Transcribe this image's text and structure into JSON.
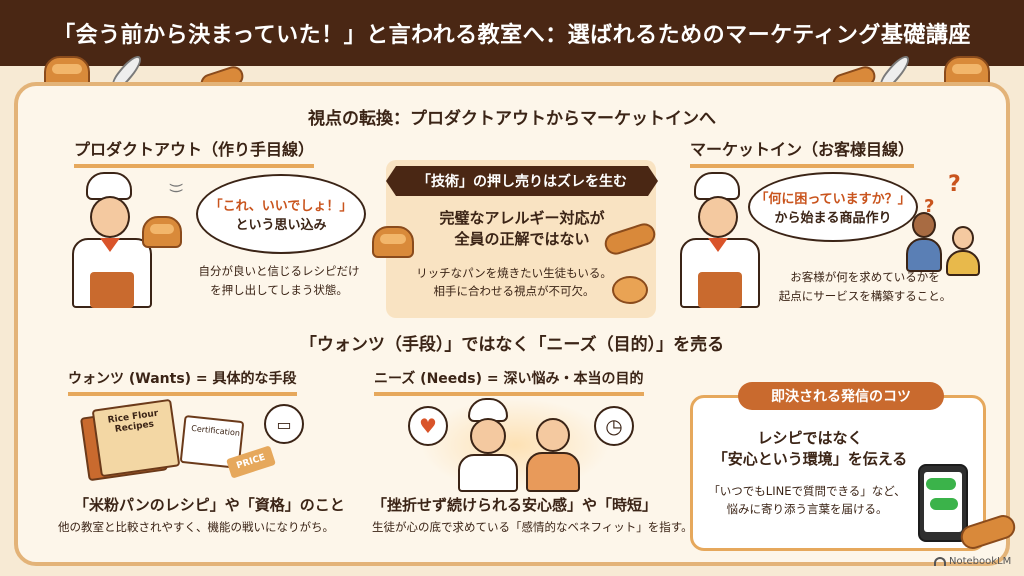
{
  "header": {
    "title": "「会う前から決まっていた！」と言われる教室へ：選ばれるためのマーケティング基礎講座"
  },
  "section1": {
    "title": "視点の転換：プロダクトアウトからマーケットインへ",
    "left": {
      "heading": "プロダクトアウト（作り手目線）",
      "bubble_quote": "「これ、いいでしょ！」",
      "bubble_text": "という思い込み",
      "desc_lines": [
        "自分が良いと信じるレシピだけ",
        "を押し出してしまう状態。"
      ]
    },
    "center": {
      "banner": "「技術」の押し売りはズレを生む",
      "big_lines": [
        "完璧なアレルギー対応が",
        "全員の正解ではない"
      ],
      "small_lines": [
        "リッチなパンを焼きたい生徒もいる。",
        "相手に合わせる視点が不可欠。"
      ]
    },
    "right": {
      "heading": "マーケットイン（お客様目線）",
      "bubble_quote": "「何に困っていますか？」",
      "bubble_text": "から始まる商品作り",
      "desc_lines": [
        "お客様が何を求めているかを",
        "起点にサービスを構築すること。"
      ]
    }
  },
  "section2": {
    "title": "「ウォンツ（手段）」ではなく「ニーズ（目的）」を売る",
    "wants": {
      "heading": "ウォンツ (Wants) = 具体的な手段",
      "book_label": "Rice Flour Recipes",
      "cert_label": "Certification",
      "tag_label": "PRICE",
      "quote": "「米粉パンのレシピ」や「資格」のこと",
      "desc": "他の教室と比較されやすく、機能の戦いになりがち。"
    },
    "needs": {
      "heading": "ニーズ (Needs) = 深い悩み・本当の目的",
      "quote": "「挫折せず続けられる安心感」や「時短」",
      "desc": "生徒が心の底で求めている「感情的なベネフィット」を指す。"
    },
    "tips": {
      "heading": "即決される発信のコツ",
      "big_lines": [
        "レシピではなく",
        "「安心という環境」を伝える"
      ],
      "small_lines": [
        "「いつでもLINEで質問できる」など、",
        "悩みに寄り添う言葉を届ける。"
      ]
    }
  },
  "icons": {
    "question": "?",
    "heart": "♥",
    "clock": "◷",
    "sweat": "))"
  },
  "logo": {
    "text": "NotebookLM"
  },
  "colors": {
    "header_bg": "#4a2714",
    "accent": "#e6a85c",
    "panel_border": "#e3b378",
    "orange": "#c96a2e"
  }
}
